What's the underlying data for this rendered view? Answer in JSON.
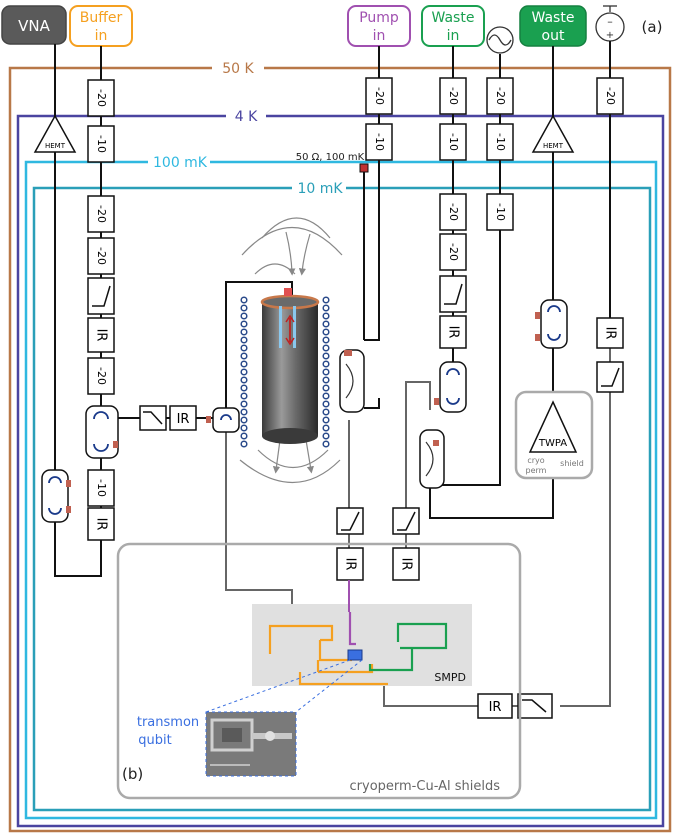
{
  "panel_label_a": "(a)",
  "panel_label_b": "(b)",
  "ports": {
    "vna": "VNA",
    "buffer_in": [
      "Buffer",
      "in"
    ],
    "pump_in": [
      "Pump",
      "in"
    ],
    "waste_in": [
      "Waste",
      "in"
    ],
    "waste_out": [
      "Waste",
      "out"
    ]
  },
  "stages": {
    "k50": "50 K",
    "k4": "4 K",
    "mk100": "100 mK",
    "mk10": "10 mK"
  },
  "attenuators": {
    "m20": "-20",
    "m10": "-10"
  },
  "isolator": "IR",
  "amplifiers": {
    "hemt": "HEMT",
    "twpa": "TWPA"
  },
  "termination": "50 Ω,  100 mK",
  "twpa_shield": [
    "cryo",
    "perm",
    "shield"
  ],
  "smpd": "SMPD",
  "transmon": [
    "transmon",
    "qubit"
  ],
  "shields": "cryoperm-Cu-Al shields",
  "colors": {
    "k50": "#b87848",
    "k4": "#4a44a0",
    "mk100": "#2fb8e0",
    "mk10": "#2a9fb8",
    "buffer": "#f5a020",
    "pump": "#a050b0",
    "waste": "#1aa050",
    "qubit": "#3a6fe0",
    "vna": "#5a5a5a",
    "shield_gray": "#aaaaaa"
  }
}
